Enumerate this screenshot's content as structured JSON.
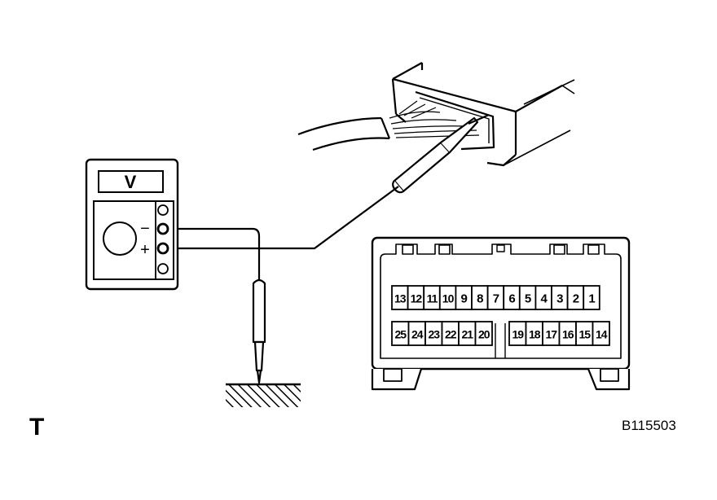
{
  "meter": {
    "display_label": "V",
    "negative_sign": "−",
    "positive_sign": "+"
  },
  "connector": {
    "top_row": [
      "13",
      "12",
      "11",
      "10",
      "9",
      "8",
      "7",
      "6",
      "5",
      "4",
      "3",
      "2",
      "1"
    ],
    "bottom_left": [
      "25",
      "24",
      "23",
      "22",
      "21",
      "20"
    ],
    "bottom_right": [
      "19",
      "18",
      "17",
      "16",
      "15",
      "14"
    ]
  },
  "corner_letter": "T",
  "figure_code": "B115503",
  "colors": {
    "line": "#000000",
    "background": "#ffffff"
  }
}
